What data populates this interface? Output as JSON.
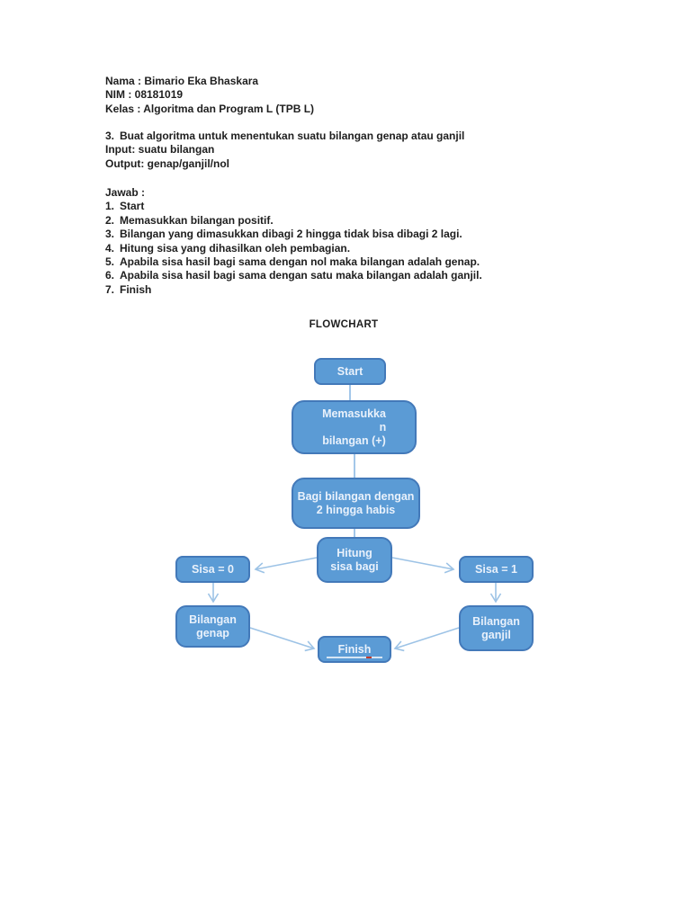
{
  "header": {
    "nama": "Nama : Bimario Eka Bhaskara",
    "nim": "NIM : 08181019",
    "kelas": "Kelas : Algoritma dan Program L (TPB L)"
  },
  "problem": {
    "number": "3.",
    "title": "Buat algoritma untuk menentukan suatu bilangan genap atau ganjil",
    "input_line": "Input: suatu bilangan",
    "output_line": "Output: genap/ganjil/nol"
  },
  "answer": {
    "label": "Jawab :",
    "items": [
      {
        "num": "1.",
        "text": "Start"
      },
      {
        "num": "2.",
        "text": "Memasukkan bilangan positif."
      },
      {
        "num": "3.",
        "text": "Bilangan yang dimasukkan dibagi 2 hingga tidak bisa dibagi 2 lagi."
      },
      {
        "num": "4.",
        "text": "Hitung sisa yang dihasilkan oleh pembagian."
      },
      {
        "num": "5.",
        "text": "Apabila sisa hasil bagi sama dengan nol maka bilangan adalah genap."
      },
      {
        "num": "6.",
        "text": "Apabila sisa hasil bagi sama dengan satu maka bilangan adalah ganjil."
      },
      {
        "num": "7.",
        "text": "Finish"
      }
    ]
  },
  "flowchart": {
    "title": "FLOWCHART",
    "nodes": {
      "start": {
        "label": "Start"
      },
      "input": {
        "lines": [
          "Memasukka",
          "n",
          "bilangan (+)"
        ]
      },
      "divide": {
        "lines": [
          "Bagi bilangan dengan",
          "2 hingga habis"
        ]
      },
      "remainder": {
        "lines": [
          "Hitung",
          "sisa bagi"
        ]
      },
      "sisa0": {
        "label": "Sisa = 0"
      },
      "sisa1": {
        "label": "Sisa = 1"
      },
      "genap": {
        "lines": [
          "Bilangan",
          "genap"
        ]
      },
      "ganjil": {
        "lines": [
          "Bilangan",
          "ganjil"
        ]
      },
      "finish": {
        "label": "Finish"
      }
    },
    "colors": {
      "node_fill": "#5B9BD5",
      "node_border": "#4379B9",
      "node_text": "#E9F1FB",
      "connector": "#9DC3E6",
      "underline": "#D6E5F4",
      "underline_mark": "#C0392B"
    }
  }
}
